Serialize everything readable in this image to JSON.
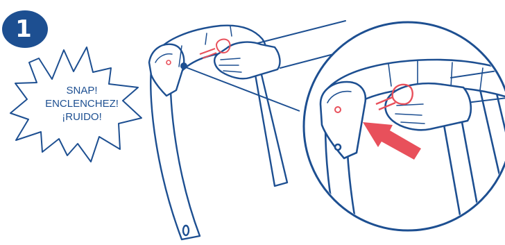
{
  "step": {
    "number": "1"
  },
  "callout": {
    "lines": [
      "SNAP!",
      "ENCLENCHEZ!",
      "¡RUIDO!"
    ]
  },
  "colors": {
    "primary": "#1d4f91",
    "accent": "#e8505b",
    "line": "#1d4f91",
    "background": "#ffffff"
  },
  "icons": [
    "arrow-icon",
    "pointer-dot-icon"
  ]
}
